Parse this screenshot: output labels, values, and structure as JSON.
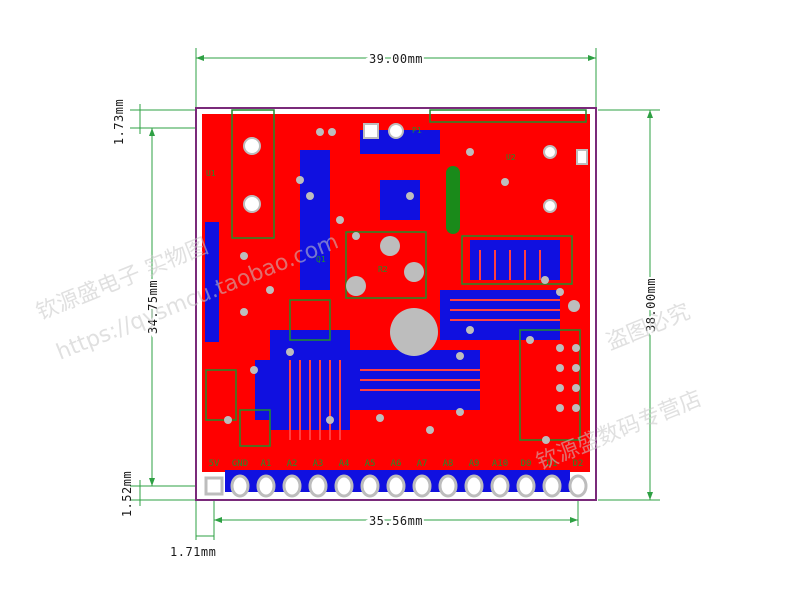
{
  "dimensions": {
    "top_width": "39.00mm",
    "bottom_width": "35.56mm",
    "right_height": "38.00mm",
    "left_height": "34.75mm",
    "top_margin": "1.73mm",
    "bottom_margin": "1.52mm",
    "left_offset": "1.71mm"
  },
  "pin_labels": [
    "5V",
    "GND",
    "A1",
    "A2",
    "A3",
    "A4",
    "A5",
    "A6",
    "A7",
    "A8",
    "A9",
    "A10",
    "D0",
    "D1",
    "D2"
  ],
  "silk_labels": {
    "u1": "U1",
    "p1": "P1",
    "q1": "Q1",
    "r2": "R2",
    "u2": "U2"
  },
  "watermark": {
    "line1": "钦源盛电子 实物图",
    "line2": "https://qysmcu.taobao.com",
    "line3": "钦源盛数码专营店",
    "line4": "盗图必究"
  },
  "colors": {
    "board_red": "#ff0000",
    "copper_blue": "#1010e0",
    "silk_green": "#1f8f2a",
    "outline_purple": "#7a2a7a",
    "pad_white": "#ffffff",
    "pad_gray": "#bdbdbd"
  }
}
